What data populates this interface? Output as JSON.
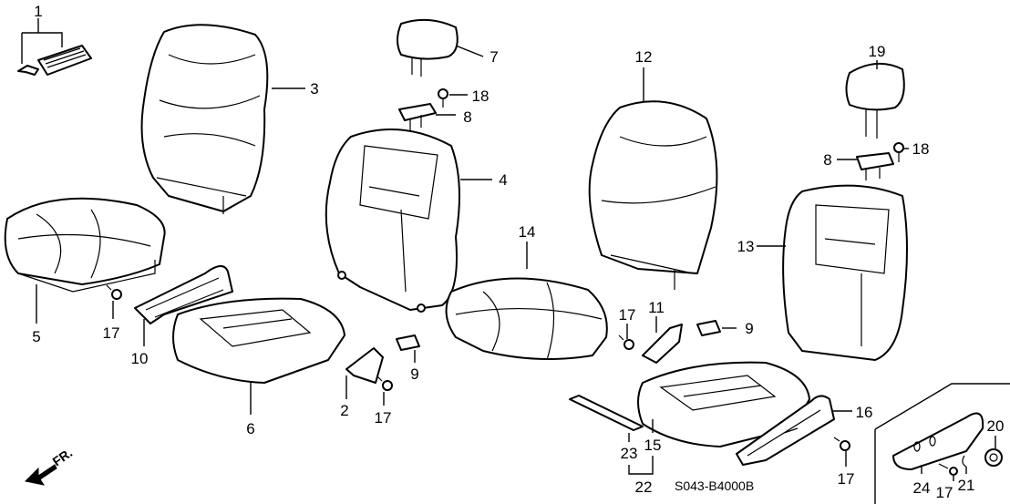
{
  "diagram": {
    "code": "S043-B4000B",
    "front_indicator": "FR.",
    "callouts": [
      "1",
      "3",
      "7",
      "18",
      "8",
      "4",
      "5",
      "17",
      "10",
      "6",
      "2",
      "17",
      "9",
      "14",
      "12",
      "19",
      "18",
      "8",
      "13",
      "17",
      "11",
      "9",
      "16",
      "15",
      "23",
      "22",
      "17",
      "24",
      "17",
      "21",
      "20"
    ]
  }
}
